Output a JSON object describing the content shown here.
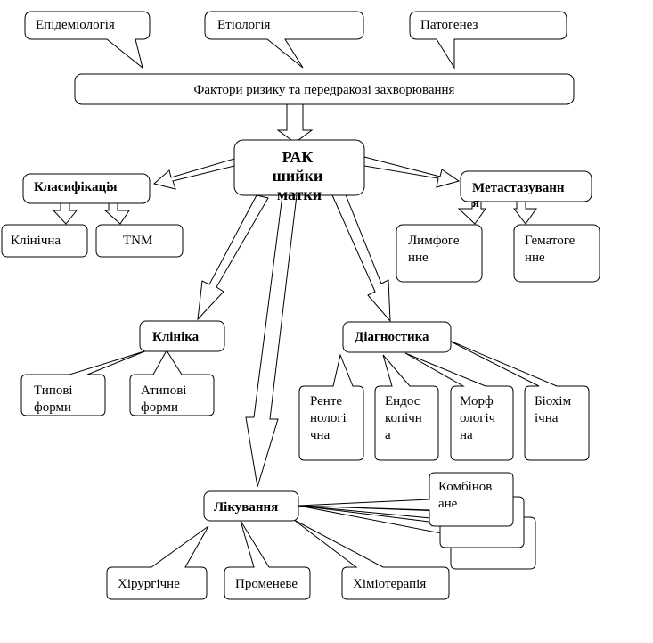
{
  "callouts": {
    "epidemiology": "Епідеміологія",
    "etiology": "Етіологія",
    "pathogenesis": "Патогенез"
  },
  "risk_factors": "Фактори ризику та передракові захворювання",
  "center": {
    "line1": "РАК",
    "line2": "шийки",
    "line3": "матки"
  },
  "classification": {
    "title": "Класифікація",
    "clinical": "Клінічна",
    "tnm": "TNM"
  },
  "metastasis": {
    "title": "Метастазуванн",
    "title_overflow": "я",
    "lymphogenic": [
      "Лимфоге",
      "нне"
    ],
    "hematogenic": [
      "Гематоге",
      "нне"
    ]
  },
  "clinic": {
    "title": "Клініка",
    "typical": [
      "Типові",
      "форми"
    ],
    "atypical": [
      "Атипові",
      "форми"
    ]
  },
  "diagnostics": {
    "title": "Діагностика",
    "xray": [
      "Ренте",
      "нологі",
      "чна"
    ],
    "endoscopic": [
      "Ендос",
      "копічн",
      "а"
    ],
    "morphologic": [
      "Морф",
      "ологіч",
      "на"
    ],
    "biochemical": [
      "Біохім",
      "ічна"
    ]
  },
  "treatment": {
    "title": "Лікування",
    "combined": [
      "Комбінов",
      "ане"
    ],
    "surgical": "Хірургічне",
    "radiation": "Променеве",
    "chemotherapy": "Хіміотерапія"
  }
}
